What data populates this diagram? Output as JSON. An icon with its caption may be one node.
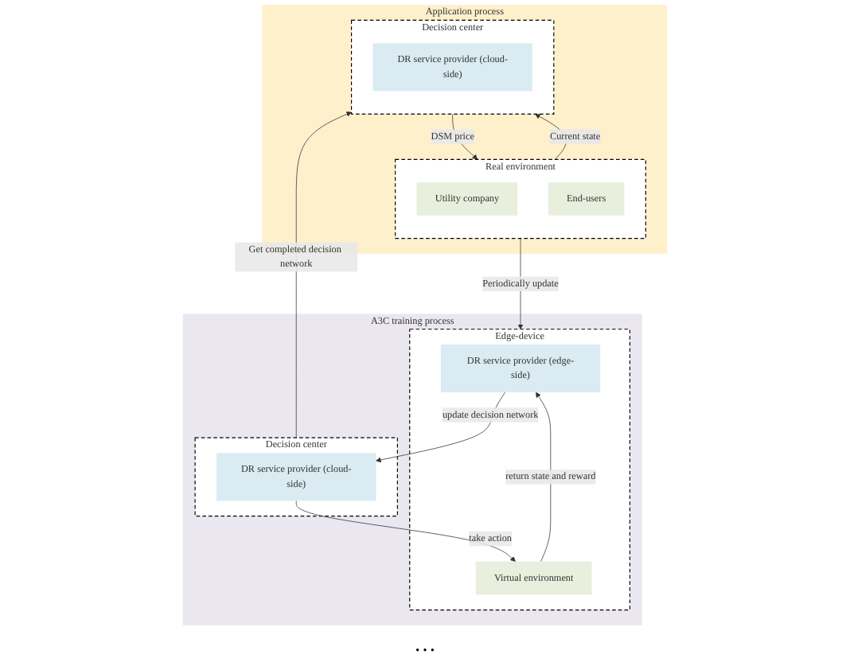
{
  "diagram": {
    "nodes": [
      {
        "text": [
          "A3C training process"
        ]
      },
      {
        "text": [
          "Edge-device"
        ],
        "in": 0
      },
      {
        "text": [
          "DR service provider (edge-side)"
        ],
        "in": 1
      },
      {
        "text": [
          "Virtual environment"
        ],
        "in": 1
      },
      {
        "text": [
          "Decision center"
        ],
        "in": 0
      },
      {
        "text": [
          "DR service provider (cloud-side)"
        ],
        "in": 4
      },
      {
        "text": [
          "Application process"
        ]
      },
      {
        "text": [
          "Real environment"
        ],
        "in": 6
      },
      {
        "text": [
          "Utility company"
        ],
        "in": 7
      },
      {
        "text": [
          "End-users"
        ],
        "in": 7
      },
      {
        "text": [
          "Decision center"
        ],
        "in": 6
      },
      {
        "text": [
          "DR service provider (cloud-side)"
        ],
        "in": 10
      }
    ],
    "edges": [
      {
        "from": 2,
        "to": 5,
        "arrow": "to",
        "label": "update decision network"
      },
      {
        "from": 5,
        "to": 3,
        "arrow": "to",
        "label": "take action"
      },
      {
        "from": 3,
        "to": 2,
        "arrow": "to",
        "label": "return state and reward"
      },
      {
        "from": 7,
        "to": 1,
        "arrow": "to",
        "label": "Periodically update"
      },
      {
        "from": 4,
        "to": 10,
        "arrow": "to",
        "label": "Get completed decision network"
      },
      {
        "from": 7,
        "to": 10,
        "arrow": "to",
        "label": "Current state"
      },
      {
        "from": 10,
        "to": 7,
        "arrow": "to",
        "label": "DSM price"
      }
    ],
    "labels": [
      "…"
    ]
  }
}
